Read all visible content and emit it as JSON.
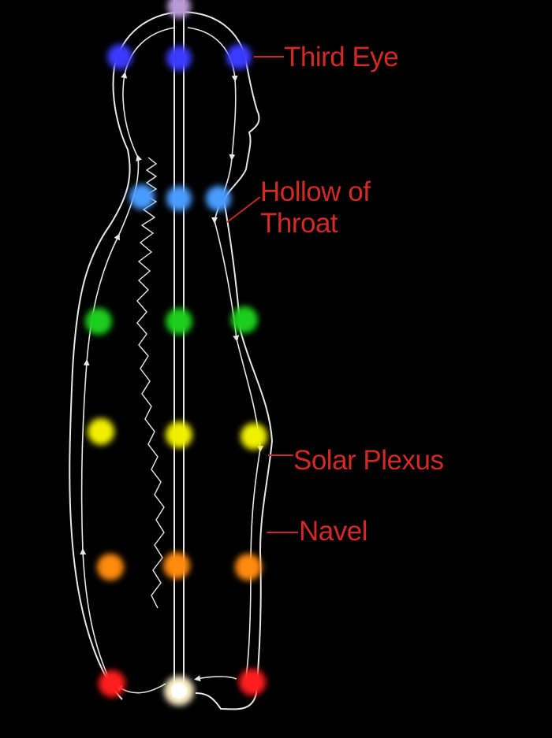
{
  "labels": {
    "third_eye": "Third Eye",
    "hollow_of_throat_line1": "Hollow of",
    "hollow_of_throat_line2": "Throat",
    "solar_plexus": "Solar Plexus",
    "navel": "Navel"
  },
  "colors": {
    "background": "#000000",
    "outline": "#e8e8e8",
    "label_text": "#d42a26",
    "leader_line": "#c42a26",
    "crown": "#b89ad6",
    "third_eye": "#3a3aff",
    "throat": "#4a9cff",
    "heart": "#1fcf1f",
    "solar_plexus": "#f0f000",
    "sacral": "#ff8a10",
    "root": "#ff1a1a",
    "perineum": "#fff0c8"
  },
  "chakra_rows": [
    {
      "name": "crown",
      "color": "#b89ad6",
      "dots": 1
    },
    {
      "name": "third-eye",
      "color": "#3a3aff",
      "dots": 3
    },
    {
      "name": "throat",
      "color": "#4a9cff",
      "dots": 3
    },
    {
      "name": "heart",
      "color": "#1fcf1f",
      "dots": 3
    },
    {
      "name": "solar-plexus",
      "color": "#f0f000",
      "dots": 3
    },
    {
      "name": "sacral",
      "color": "#ff8a10",
      "dots": 3
    },
    {
      "name": "root",
      "color": "#ff1a1a",
      "dots": 2
    },
    {
      "name": "perineum",
      "color": "#fff0c8",
      "dots": 1
    }
  ]
}
